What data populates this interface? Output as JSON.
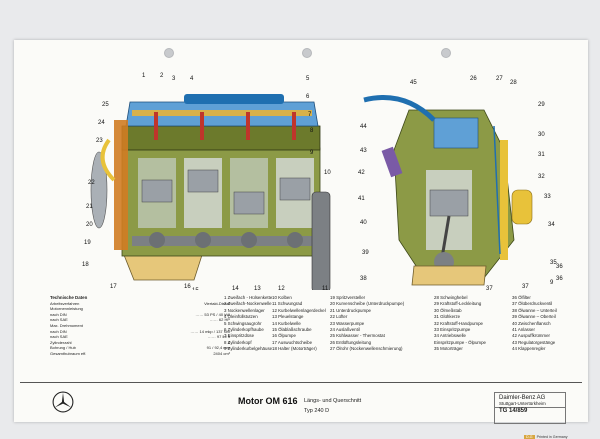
{
  "callouts_left": [
    {
      "n": "1"
    },
    {
      "n": "2"
    },
    {
      "n": "3"
    },
    {
      "n": "4"
    },
    {
      "n": "5"
    },
    {
      "n": "6"
    },
    {
      "n": "7"
    },
    {
      "n": "8"
    },
    {
      "n": "9"
    },
    {
      "n": "10"
    },
    {
      "n": "11"
    },
    {
      "n": "12"
    },
    {
      "n": "13"
    },
    {
      "n": "14"
    },
    {
      "n": "15"
    },
    {
      "n": "16"
    },
    {
      "n": "17"
    },
    {
      "n": "18"
    },
    {
      "n": "19"
    },
    {
      "n": "20"
    },
    {
      "n": "21"
    },
    {
      "n": "22"
    },
    {
      "n": "23"
    },
    {
      "n": "24"
    },
    {
      "n": "25"
    }
  ],
  "callouts_right": [
    {
      "n": "26"
    },
    {
      "n": "27"
    },
    {
      "n": "28"
    },
    {
      "n": "29"
    },
    {
      "n": "30"
    },
    {
      "n": "31"
    },
    {
      "n": "32"
    },
    {
      "n": "33"
    },
    {
      "n": "34"
    },
    {
      "n": "35"
    },
    {
      "n": "36"
    },
    {
      "n": "37"
    },
    {
      "n": "38"
    },
    {
      "n": "39"
    },
    {
      "n": "40"
    },
    {
      "n": "41"
    },
    {
      "n": "42"
    },
    {
      "n": "43"
    },
    {
      "n": "44"
    },
    {
      "n": "45"
    },
    {
      "n": "9"
    },
    {
      "n": "37"
    },
    {
      "n": "16"
    },
    {
      "n": "36"
    }
  ],
  "tech": {
    "heading": "Technische Daten",
    "rows": [
      {
        "k": "Arbeitsverfahren",
        "v": "Viertakt-Diesel"
      },
      {
        "k": "Motornennleistung",
        "v": ""
      },
      {
        "k": "nach DIN",
        "v": "…… 53 PS / 40 kW"
      },
      {
        "k": "nach SAE",
        "v": "…… 62 HP"
      },
      {
        "k": "Max. Drehmoment",
        "v": ""
      },
      {
        "k": "nach DIN",
        "v": "…… 14 mkp / 137 Nm"
      },
      {
        "k": "nach SAE",
        "v": "…… 97 lbf ft"
      },
      {
        "k": "Zylinderzahl",
        "v": "4"
      },
      {
        "k": "Bohrung / Hub",
        "v": "91 / 92,4 mm"
      },
      {
        "k": "Gesamthubraum eff.",
        "v": "2404 cm³"
      }
    ]
  },
  "legend": [
    [
      "1 Zweifach - Hülsenkette",
      "2 Zweifach-Nockenwelle",
      "3 Nockenwellenlager",
      "4 Öleinfüllstutzen",
      "5 Schwingsaugrohr",
      "6 Zylinderkopfhaube",
      "7 Einspritzdüse",
      "8 Zylinderkopf",
      "9 Zylinderkurbelgehäuse"
    ],
    [
      "10 Kolben",
      "11 Schwungrad",
      "12 Kurbelwellenlagerdeckel",
      "13 Pleuelstange",
      "14 Kurbelwelle",
      "15 Ölablaßschraube",
      "16 Ölpumpe",
      "17 Auswuchtscheibe",
      "18 Halter (Motorträger)"
    ],
    [
      "19 Spritzversteller",
      "20 Kurvenscheibe (Unterdruckpumpe)",
      "21 Unterdruckpumpe",
      "22 Lüfter",
      "23 Wasserpumpe",
      "24 Auslaßventil",
      "25 Kühlwasser - Thermostat",
      "26 Entlüftungsleitung",
      "27 Ölrohr (Nockenwellenschmierung)"
    ],
    [
      "28 Schwinghebel",
      "29 Kraftstoff-Leckleitung",
      "30 Ölmeßstab",
      "31 Glühkerze",
      "32 Kraftstoff-Handpumpe",
      "33 Einspritzpumpe",
      "34 Antriebswelle",
      "     Einspritzpumpe - Ölpumpe",
      "35 Motorträger"
    ],
    [
      "36 Ölfilter",
      "37 Ölüberdruckventil",
      "38 Ölwanne – Unterteil",
      "39 Ölwanne – Oberteil",
      "40 Zwischenflansch",
      "41 Anlasser",
      "42 Auspuffkrümmer",
      "43 Regulatorgestänge",
      "44 Klappenregler"
    ]
  ],
  "title": "Motor OM 616",
  "subtitle": "Längs- und Querschnitt",
  "type": "Typ 240 D",
  "maker": {
    "name": "Daimler-Benz AG",
    "city": "Stuttgart-Untertürkheim",
    "code": "TG  14/859"
  },
  "printed": {
    "logo": "D-G",
    "text": "Printed in Germany"
  },
  "colors": {
    "paper": "#fbfbf8",
    "block": "#8c9a46",
    "head": "#6c7a2c",
    "blue": "#1f6fb0",
    "water": "#5fa0d6",
    "orange": "#d07c22",
    "yellow": "#e8c23a",
    "red": "#c0352b",
    "steel": "#7c8084",
    "purple": "#7a5aa6"
  }
}
